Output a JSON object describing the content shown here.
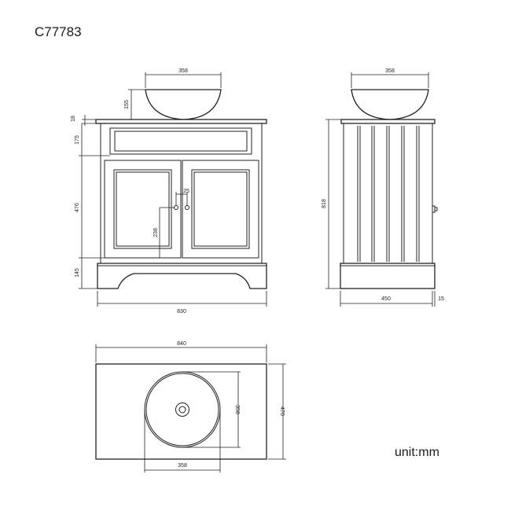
{
  "product_code": "C77783",
  "unit_label": "unit:mm",
  "dimensions": {
    "front_basin_width": "358",
    "front_basin_height": "155",
    "countertop_thickness": "18",
    "drawer_height": "175",
    "door_height": "476",
    "plinth_height": "145",
    "overall_width": "830",
    "knob_spacing": "25",
    "knob_height": "238",
    "side_basin_width": "358",
    "side_height": "818",
    "side_depth": "450",
    "side_overhang": "15",
    "top_width": "840",
    "top_depth": "470",
    "top_basin_height": "358",
    "top_basin_width": "358"
  }
}
